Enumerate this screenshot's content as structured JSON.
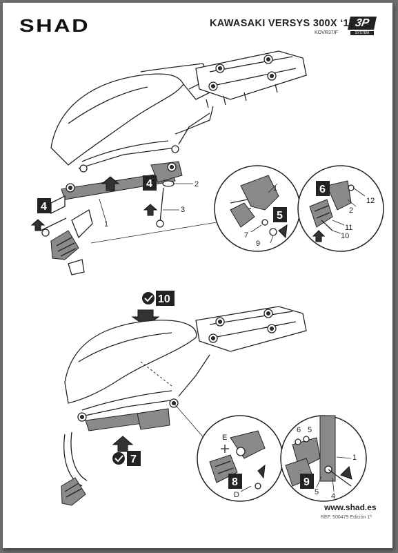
{
  "header": {
    "brand": "SHAD",
    "model_title": "KAWASAKI VERSYS 300X ‘17",
    "model_code": "KOVR37IF",
    "badge_main": "3P",
    "badge_sub": "SYSTEM"
  },
  "footer": {
    "url": "www.shad.es",
    "reference": "REF. 500479 Edición 1ª"
  },
  "steps": {
    "s4a": "4",
    "s4b": "4",
    "s5": "5",
    "s6": "6",
    "s10": "10",
    "s7": "7",
    "s8": "8",
    "s9": "9"
  },
  "callouts": {
    "c1": "1",
    "c2": "2",
    "c3": "3",
    "c1b": "1",
    "c5_1": "1",
    "c5_7": "7",
    "c5_9": "9",
    "c6_12": "12",
    "c6_2": "2",
    "c6_11": "11",
    "c6_10": "10",
    "c8_E": "E",
    "c8_D": "D",
    "c9_6": "6",
    "c9_5": "5",
    "c9_1": "1",
    "c9_5b": "5",
    "c9_4": "4"
  },
  "colors": {
    "background": "#6e6e6e",
    "page": "#ffffff",
    "ink": "#222222"
  }
}
